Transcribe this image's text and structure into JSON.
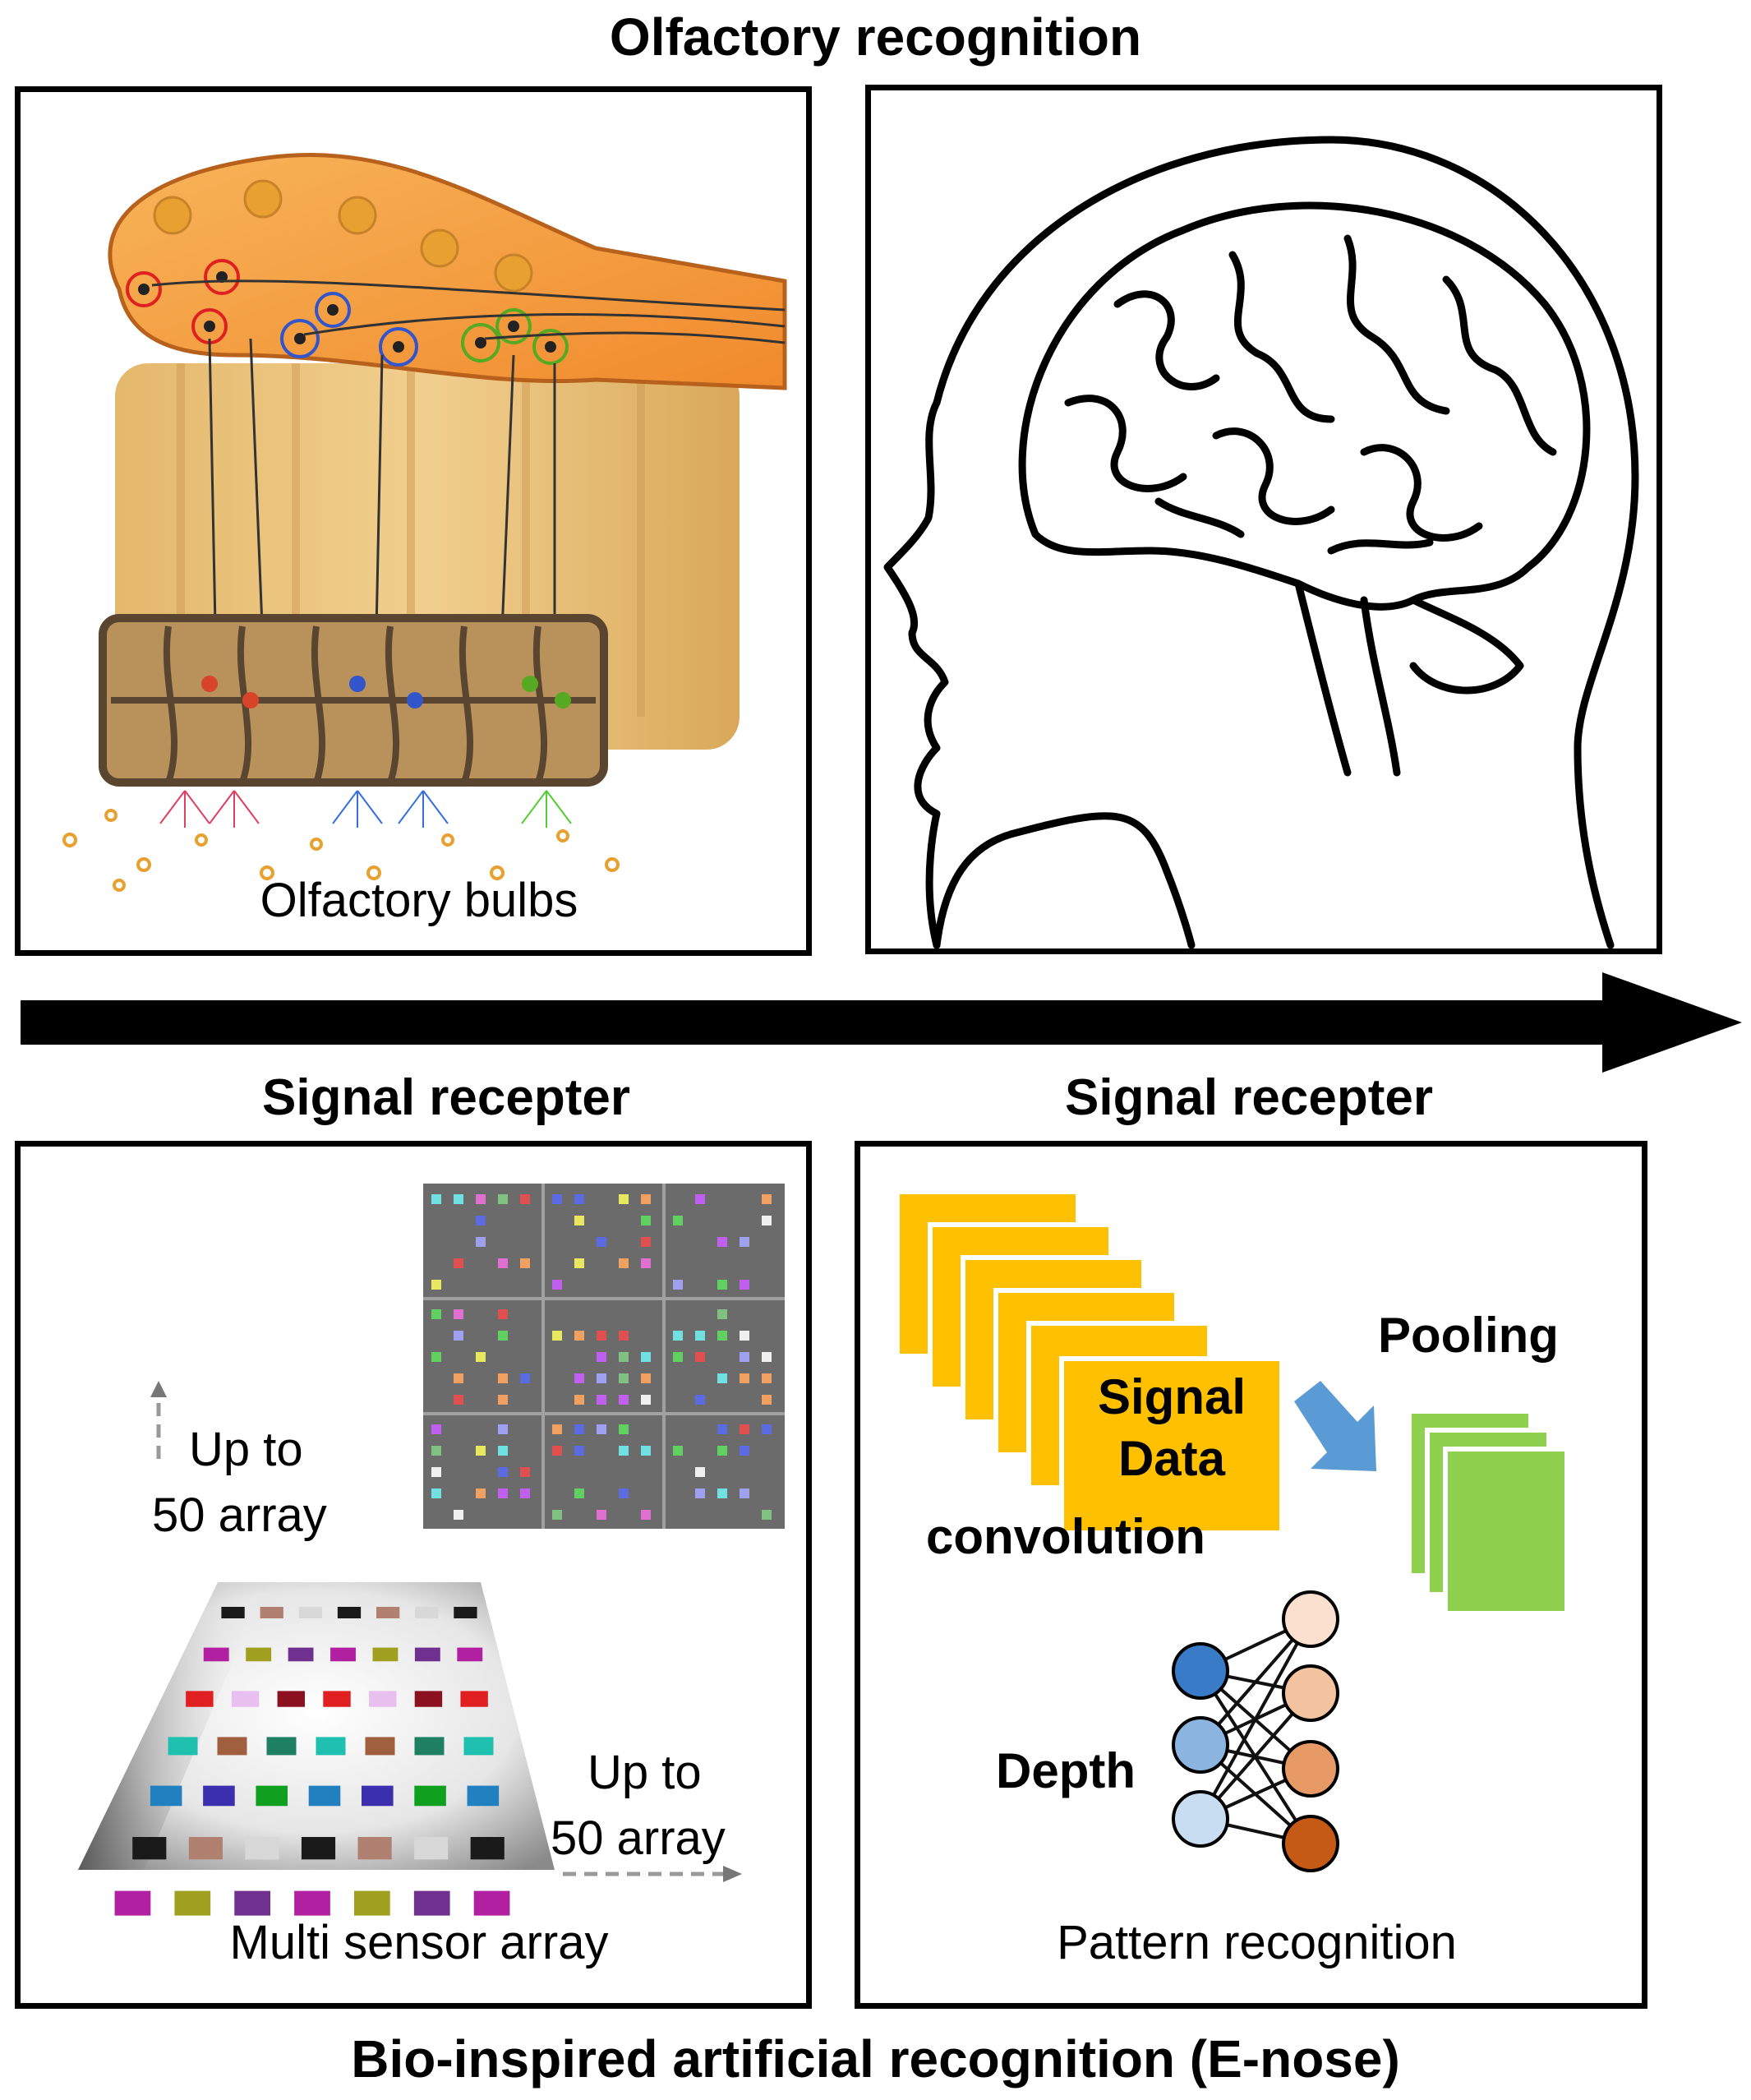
{
  "titles": {
    "top": "Olfactory recognition",
    "bottom_left": "Signal recepter",
    "bottom_right": "Signal recepter",
    "footer": "Bio-inspired artificial recognition (E-nose)"
  },
  "panel_olfactory": {
    "caption": "Olfactory bulbs"
  },
  "panel_sensor": {
    "vertical_label_line1": "Up to",
    "vertical_label_line2": "50 array",
    "horizontal_label_line1": "Up to",
    "horizontal_label_line2": "50 array",
    "caption": "Multi sensor array"
  },
  "panel_cnn": {
    "signal_line1": "Signal",
    "signal_line2": "Data",
    "convolution": "convolution",
    "pooling": "Pooling",
    "depth": "Depth",
    "caption": "Pattern recognition"
  },
  "colors": {
    "arrow": "#000000",
    "conv_fill": "#FFC000",
    "pool_fill": "#8FD14F",
    "flow_arrow": "#5B9BD5",
    "bulb_orange": "#F6A244",
    "tissue": "#E8C27A",
    "sensor_grid_bg": "#6B6B6B"
  }
}
